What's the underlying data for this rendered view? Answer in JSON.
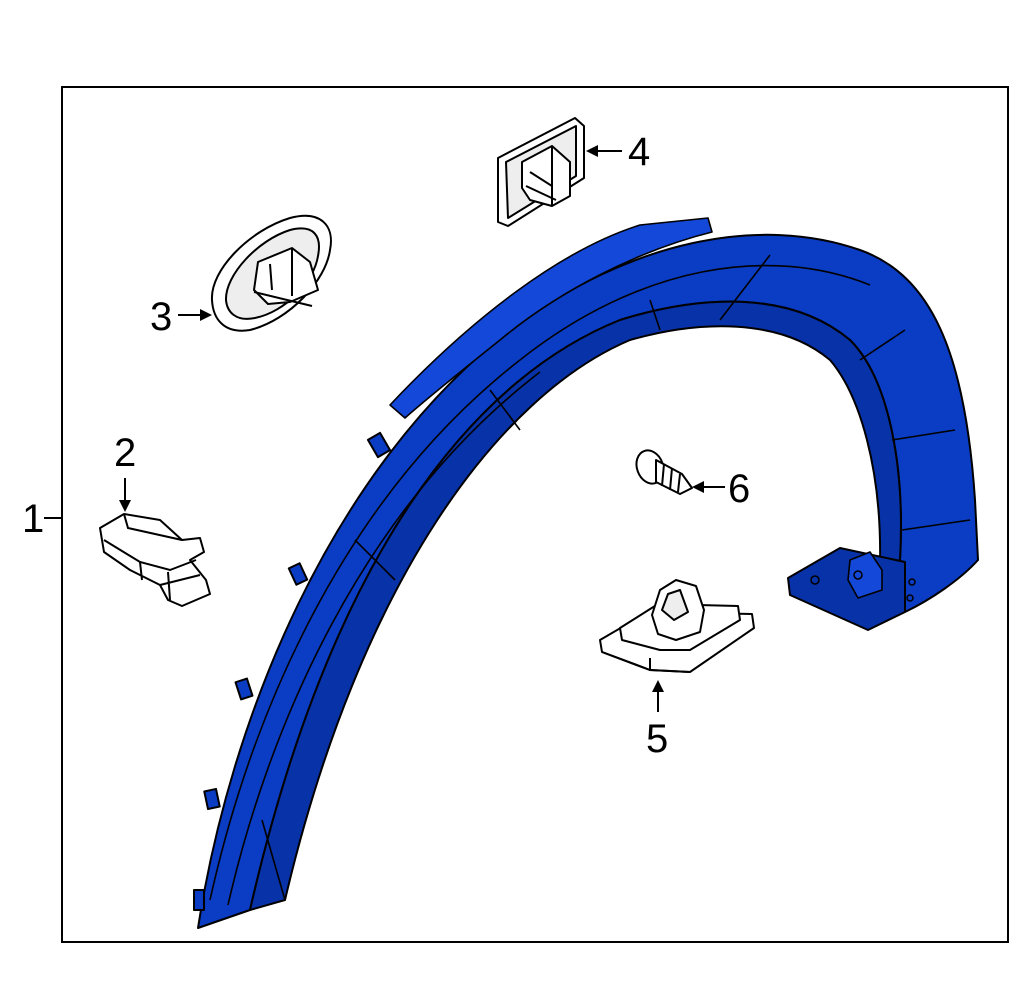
{
  "callouts": {
    "c1": "1",
    "c2": "2",
    "c3": "3",
    "c4": "4",
    "c5": "5",
    "c6": "6"
  },
  "colors": {
    "highlight": "#0a3cc4",
    "line": "#000000",
    "background": "#ffffff"
  }
}
